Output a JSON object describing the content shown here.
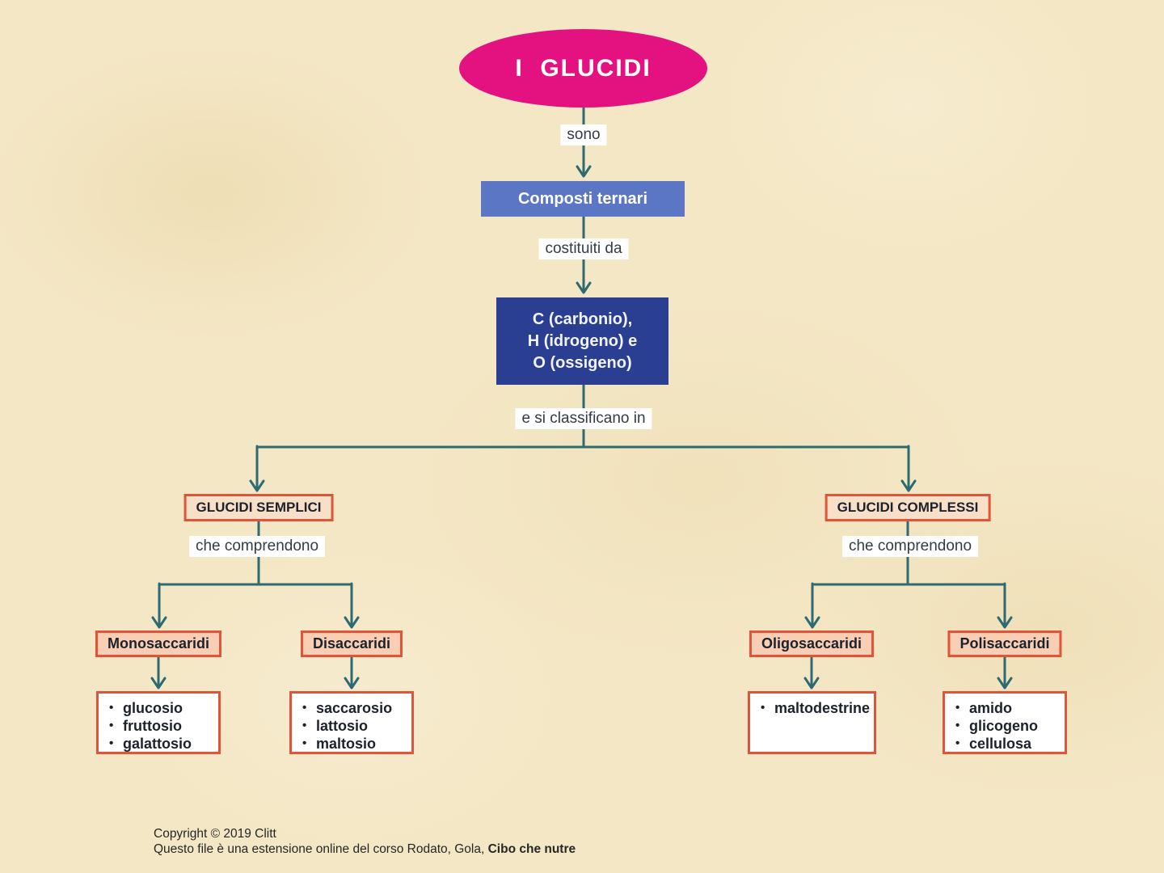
{
  "colors": {
    "background": "#f4e7c5",
    "root_fill": "#e41280",
    "level1_fill": "#5b76c4",
    "level2_fill": "#2b3f92",
    "connector": "#2e6a72",
    "accent_border": "#e0553a",
    "header_fill": "#f8dfc8",
    "sub_fill": "#f8cfb4",
    "text_dark": "#1d212b"
  },
  "diagram": {
    "root": {
      "label": "I  GLUCIDI"
    },
    "links": {
      "sono": "sono",
      "costituiti": "costituiti da",
      "classificano": "e si classificano in"
    },
    "node_composti": {
      "label": "Composti ternari"
    },
    "node_elements": {
      "lines": [
        "C (carbonio),",
        "H (idrogeno) e",
        "O (ossigeno)"
      ]
    },
    "branches": [
      {
        "header": "GLUCIDI SEMPLICI",
        "link": "che comprendono",
        "children": [
          {
            "title": "Monosaccaridi",
            "items": [
              "glucosio",
              "fruttosio",
              "galattosio"
            ]
          },
          {
            "title": "Disaccaridi",
            "items": [
              "saccarosio",
              "lattosio",
              "maltosio"
            ]
          }
        ]
      },
      {
        "header": "GLUCIDI COMPLESSI",
        "link": "che comprendono",
        "children": [
          {
            "title": "Oligosaccaridi",
            "items": [
              "maltodestrine"
            ]
          },
          {
            "title": "Polisaccaridi",
            "items": [
              "amido",
              "glicogeno",
              "cellulosa"
            ]
          }
        ]
      }
    ]
  },
  "footer": {
    "line1": "Copyright © 2019 Clitt",
    "line2_regular": "Questo file è una estensione online del corso Rodato, Gola, ",
    "line2_bold": "Cibo che nutre"
  }
}
